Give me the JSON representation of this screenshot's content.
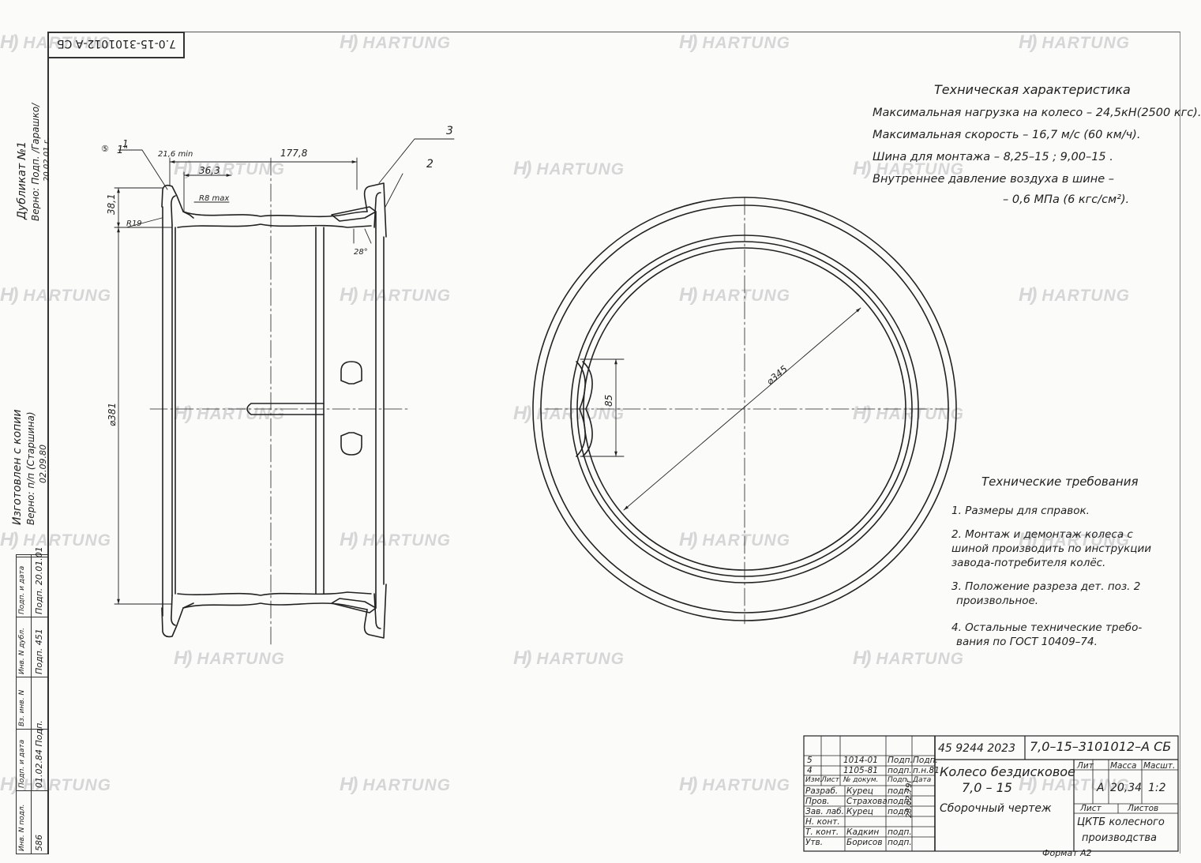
{
  "header": {
    "doc_code_rotated": "7.0-15-3101012-А СБ"
  },
  "side_notes": {
    "duplicate": "Дубликат №1",
    "duplicate_verified": "Верно: Подп. /Гарашко/",
    "duplicate_date": "20.02.01 г.",
    "copy_made": "Изготовлен с копии",
    "copy_verified": "Верно: п/п (Старшина)",
    "copy_date": "02.09.80"
  },
  "left_stamp": {
    "headers": [
      "Инв. N подл.",
      "Подп. и дата",
      "Вз. инв. N",
      "Инв. N дубл.",
      "Подп. и дата"
    ],
    "values": [
      "586",
      "01.02.84 Подп.",
      "",
      "Подп. 451",
      "Подп. 20.01.01"
    ]
  },
  "technical_characteristics": {
    "title": "Техническая характеристика",
    "lines": [
      "Максимальная нагрузка на колесо – 24,5кН(2500 кгс).",
      "Максимальная скорость – 16,7 м/с (60 км/ч).",
      "Шина для монтажа – 8,25–15 ; 9,00–15 .",
      "Внутреннее давление воздуха в шине –",
      "– 0,6 МПа (6 кгс/см²)."
    ]
  },
  "technical_requirements": {
    "title": "Технические требования",
    "items": [
      "1. Размеры для справок.",
      "2. Монтаж и демонтаж колеса с",
      "шиной производить по инструкции",
      "завода-потребителя колёс.",
      "3. Положение разреза дет. поз. 2",
      "произвольное.",
      "4. Остальные технические требо-",
      "вания по ГОСТ 10409–74."
    ]
  },
  "dimensions": {
    "top_width": "177,8",
    "flange_min": "21,6 min",
    "seat": "36,3",
    "radius_max": "R8 max",
    "flange_height": "38,1",
    "radius": "R19",
    "angle": "28°",
    "diameter": "⌀381",
    "pos1": "1",
    "pos2": "2",
    "pos3": "3",
    "note_1": "1\"",
    "note_ref": "⑤",
    "slot": "85",
    "circle_diameter": "⌀345"
  },
  "title_block": {
    "order_no": "45 9244 2023",
    "designation": "7,0–15–3101012–А СБ",
    "name_line1": "Колесо бездисковое",
    "name_line2": "7,0 – 15",
    "doc_type": "Сборочный чертеж",
    "col_lit": "Лит",
    "col_mass": "Масса",
    "col_scale": "Масшт.",
    "lit": "А",
    "mass": "20,34",
    "scale": "1:2",
    "sheet": "Лист",
    "sheets": "Листов",
    "org_line1": "ЦКТБ колесного",
    "org_line2": "производства",
    "change_rows": [
      {
        "n": "5",
        "doc": "1014-01",
        "sign": "Подп.",
        "date": "Подп."
      },
      {
        "n": "4",
        "doc": "1105-81",
        "sign": "подп.",
        "date": "п.н.81"
      }
    ],
    "header_cols": [
      "Изм.",
      "Лист",
      "№ докум.",
      "Подп.",
      "Дата"
    ],
    "roles": [
      {
        "role": "Разраб.",
        "name": "Курец",
        "sign": "подп."
      },
      {
        "role": "Пров.",
        "name": "Страхова",
        "sign": "подп."
      },
      {
        "role": "Зав. лаб.",
        "name": "Курец",
        "sign": "подп."
      },
      {
        "role": "Н. конт.",
        "name": "",
        "sign": ""
      },
      {
        "role": "Т. конт.",
        "name": "Кадкин",
        "sign": "подп."
      },
      {
        "role": "Утв.",
        "name": "Борисов",
        "sign": "подп."
      }
    ],
    "vertical_date": "28.02.79г",
    "format": "Формат А2"
  },
  "watermark": {
    "text": "HARTUNG",
    "logo": "H)"
  }
}
